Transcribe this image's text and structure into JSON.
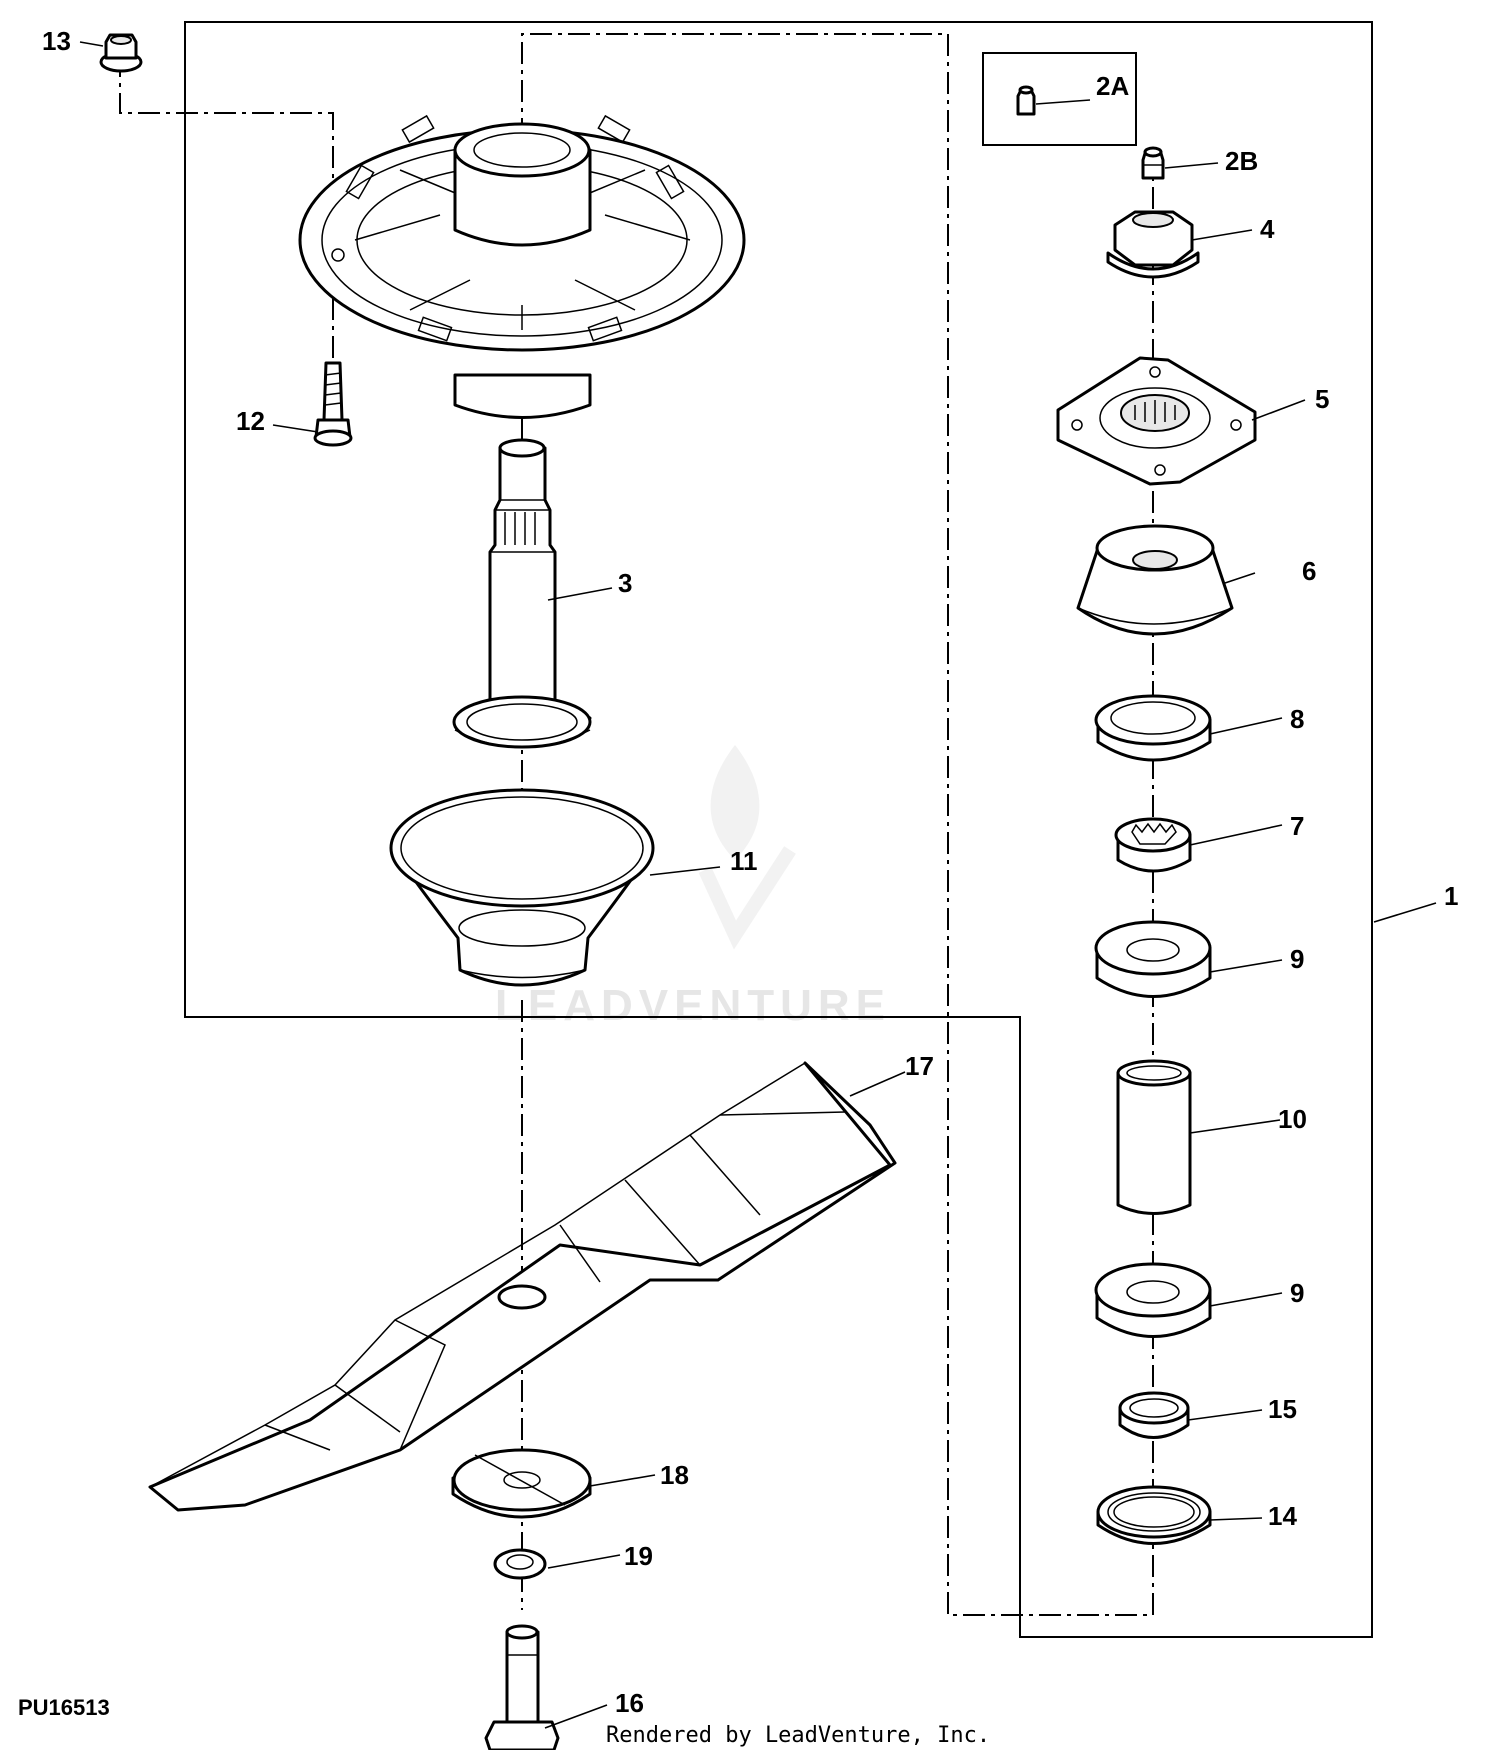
{
  "diagram": {
    "figure_id": "PU16513",
    "credit": "Rendered by LeadVenture, Inc.",
    "watermark": "LEADVENTURE",
    "callouts": {
      "c1": "1",
      "c2a": "2A",
      "c2b": "2B",
      "c3": "3",
      "c4": "4",
      "c5": "5",
      "c6": "6",
      "c7": "7",
      "c8": "8",
      "c9a": "9",
      "c9b": "9",
      "c10": "10",
      "c11": "11",
      "c12": "12",
      "c13": "13",
      "c14": "14",
      "c15": "15",
      "c16": "16",
      "c17": "17",
      "c18": "18",
      "c19": "19"
    }
  }
}
